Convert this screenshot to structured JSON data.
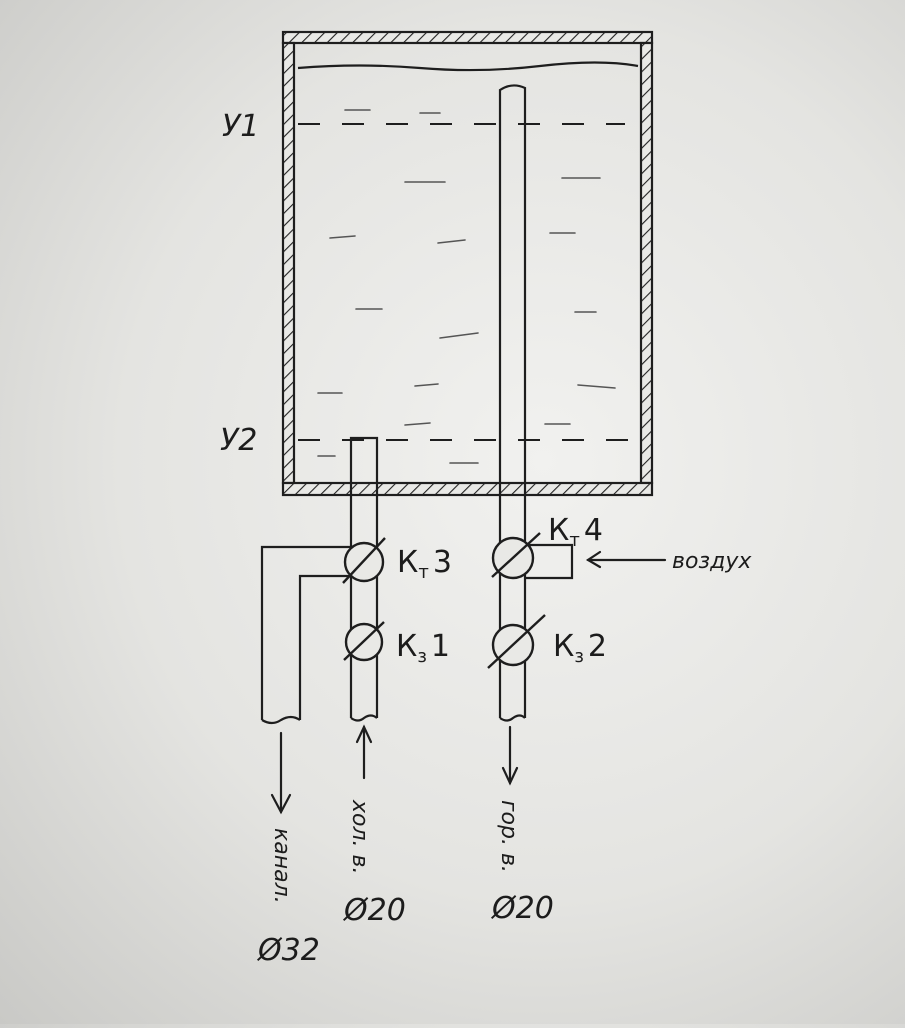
{
  "levels": {
    "upper": "У1",
    "lower": "У2"
  },
  "valves": {
    "kt3": {
      "main": "К",
      "sub": "т",
      "num": "3"
    },
    "kt4": {
      "main": "К",
      "sub": "т",
      "num": "4"
    },
    "kz1": {
      "main": "К",
      "sub": "з",
      "num": "1"
    },
    "kz2": {
      "main": "К",
      "sub": "з",
      "num": "2"
    }
  },
  "air_label": "воздух",
  "outlets": {
    "drain": {
      "label": "канал.",
      "diameter": "Ø32"
    },
    "cold_in": {
      "label": "хол. в.",
      "diameter": "Ø20"
    },
    "hot_out": {
      "label": "гор. в.",
      "diameter": "Ø20"
    }
  }
}
